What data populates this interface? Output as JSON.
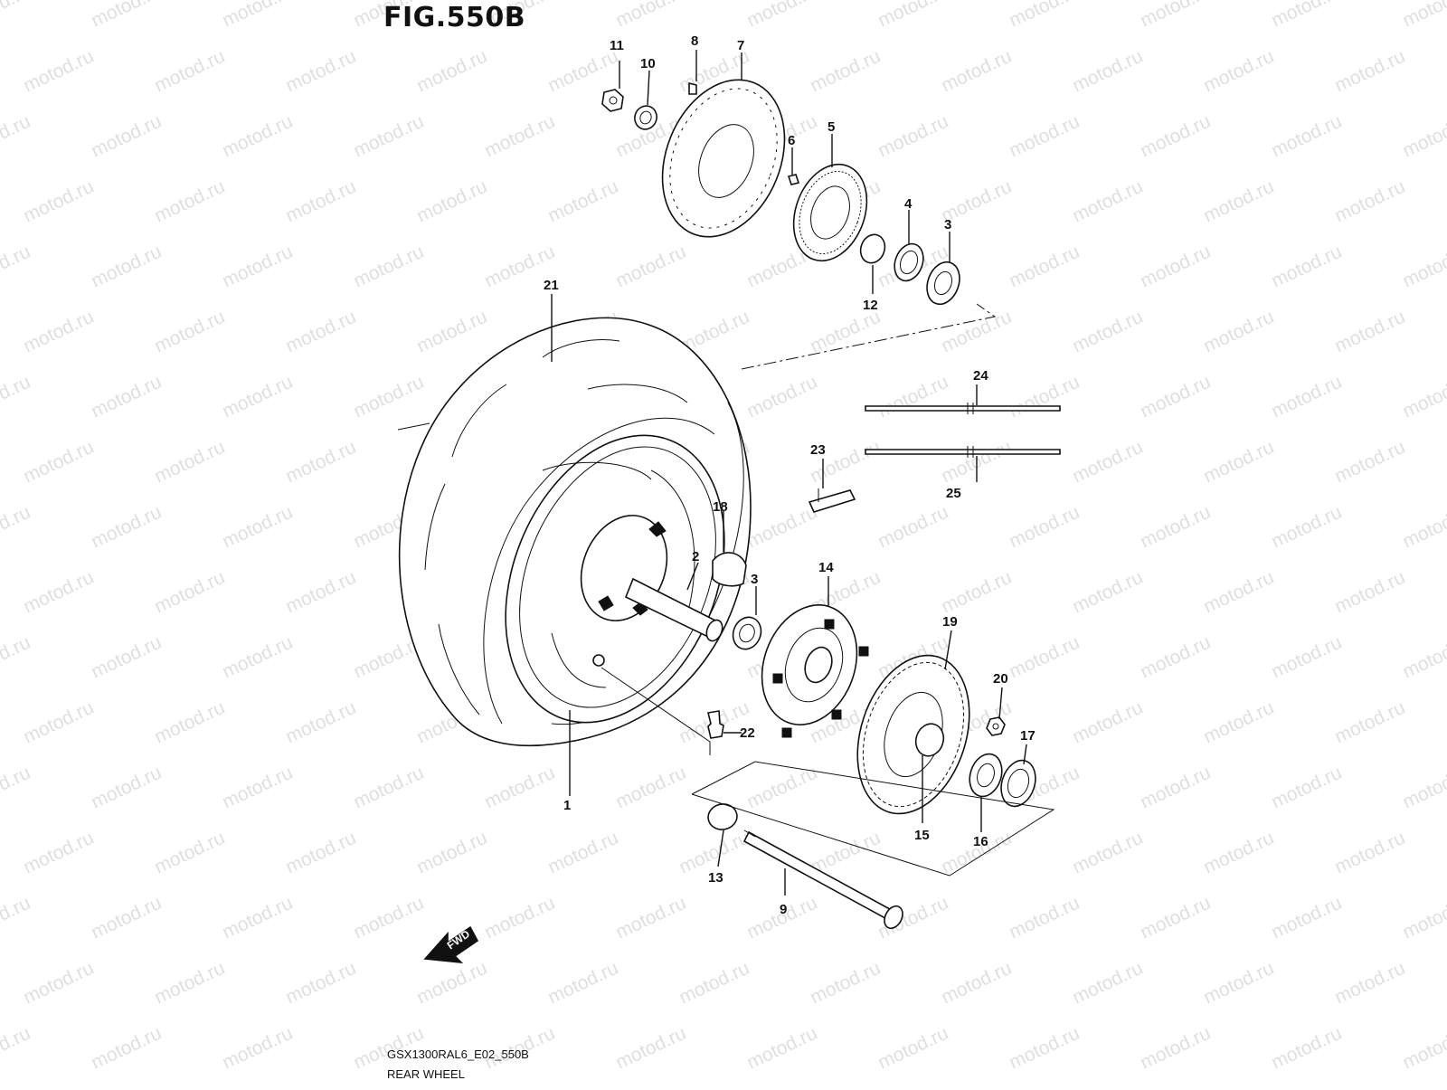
{
  "figure": {
    "title": "FIG.550B",
    "code": "GSX1300RAL6_E02_550B",
    "name": "REAR WHEEL",
    "fwd_label": "FWD",
    "watermark": "motod.ru"
  },
  "callouts": [
    {
      "ref": "1",
      "label": "1"
    },
    {
      "ref": "2",
      "label": "2"
    },
    {
      "ref": "3a",
      "label": "3"
    },
    {
      "ref": "3b",
      "label": "3"
    },
    {
      "ref": "4",
      "label": "4"
    },
    {
      "ref": "5",
      "label": "5"
    },
    {
      "ref": "6",
      "label": "6"
    },
    {
      "ref": "7",
      "label": "7"
    },
    {
      "ref": "8",
      "label": "8"
    },
    {
      "ref": "9",
      "label": "9"
    },
    {
      "ref": "10",
      "label": "10"
    },
    {
      "ref": "11",
      "label": "11"
    },
    {
      "ref": "12",
      "label": "12"
    },
    {
      "ref": "13",
      "label": "13"
    },
    {
      "ref": "14",
      "label": "14"
    },
    {
      "ref": "15",
      "label": "15"
    },
    {
      "ref": "16",
      "label": "16"
    },
    {
      "ref": "17",
      "label": "17"
    },
    {
      "ref": "18",
      "label": "18"
    },
    {
      "ref": "19",
      "label": "19"
    },
    {
      "ref": "20",
      "label": "20"
    },
    {
      "ref": "21",
      "label": "21"
    },
    {
      "ref": "22",
      "label": "22"
    },
    {
      "ref": "23",
      "label": "23"
    },
    {
      "ref": "24",
      "label": "24"
    },
    {
      "ref": "25",
      "label": "25"
    }
  ],
  "colors": {
    "line": "#111111",
    "background": "#ffffff",
    "watermark": "#c6c6c6"
  }
}
